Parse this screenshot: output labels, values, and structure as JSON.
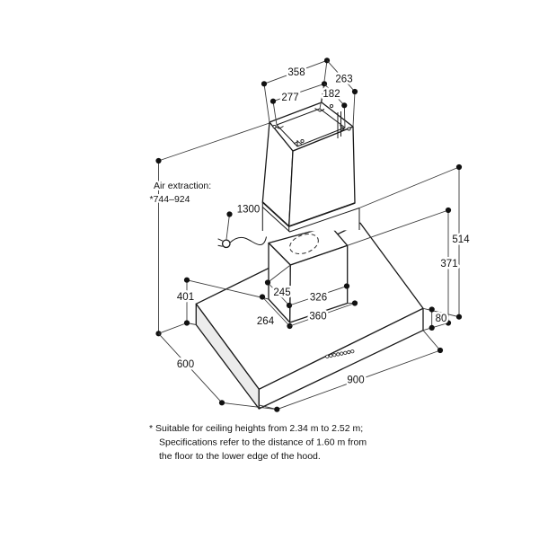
{
  "drawing": {
    "annotations": {
      "air_extraction_label": "Air extraction:",
      "air_extraction_range": "*744–924"
    },
    "dimensions": {
      "chimney_top_outer_width": "358",
      "chimney_top_outer_depth": "263",
      "chimney_top_inner_width": "277",
      "chimney_top_inner_depth": "182",
      "power_cord_length": "1300",
      "duct_section_height": "514",
      "canopy_to_base_height": "371",
      "base_edge_height": "80",
      "left_clearance": "401",
      "motor_box_height": "245",
      "motor_box_top_width": "326",
      "motor_box_width": "360",
      "motor_box_depth": "264",
      "hood_depth": "600",
      "hood_width": "900"
    },
    "footnote_lines": [
      "* Suitable for ceiling heights from 2.34 m to 2.52 m;",
      "Specifications refer to the distance of 1.60 m from",
      "the floor to the lower edge of the hood."
    ]
  }
}
